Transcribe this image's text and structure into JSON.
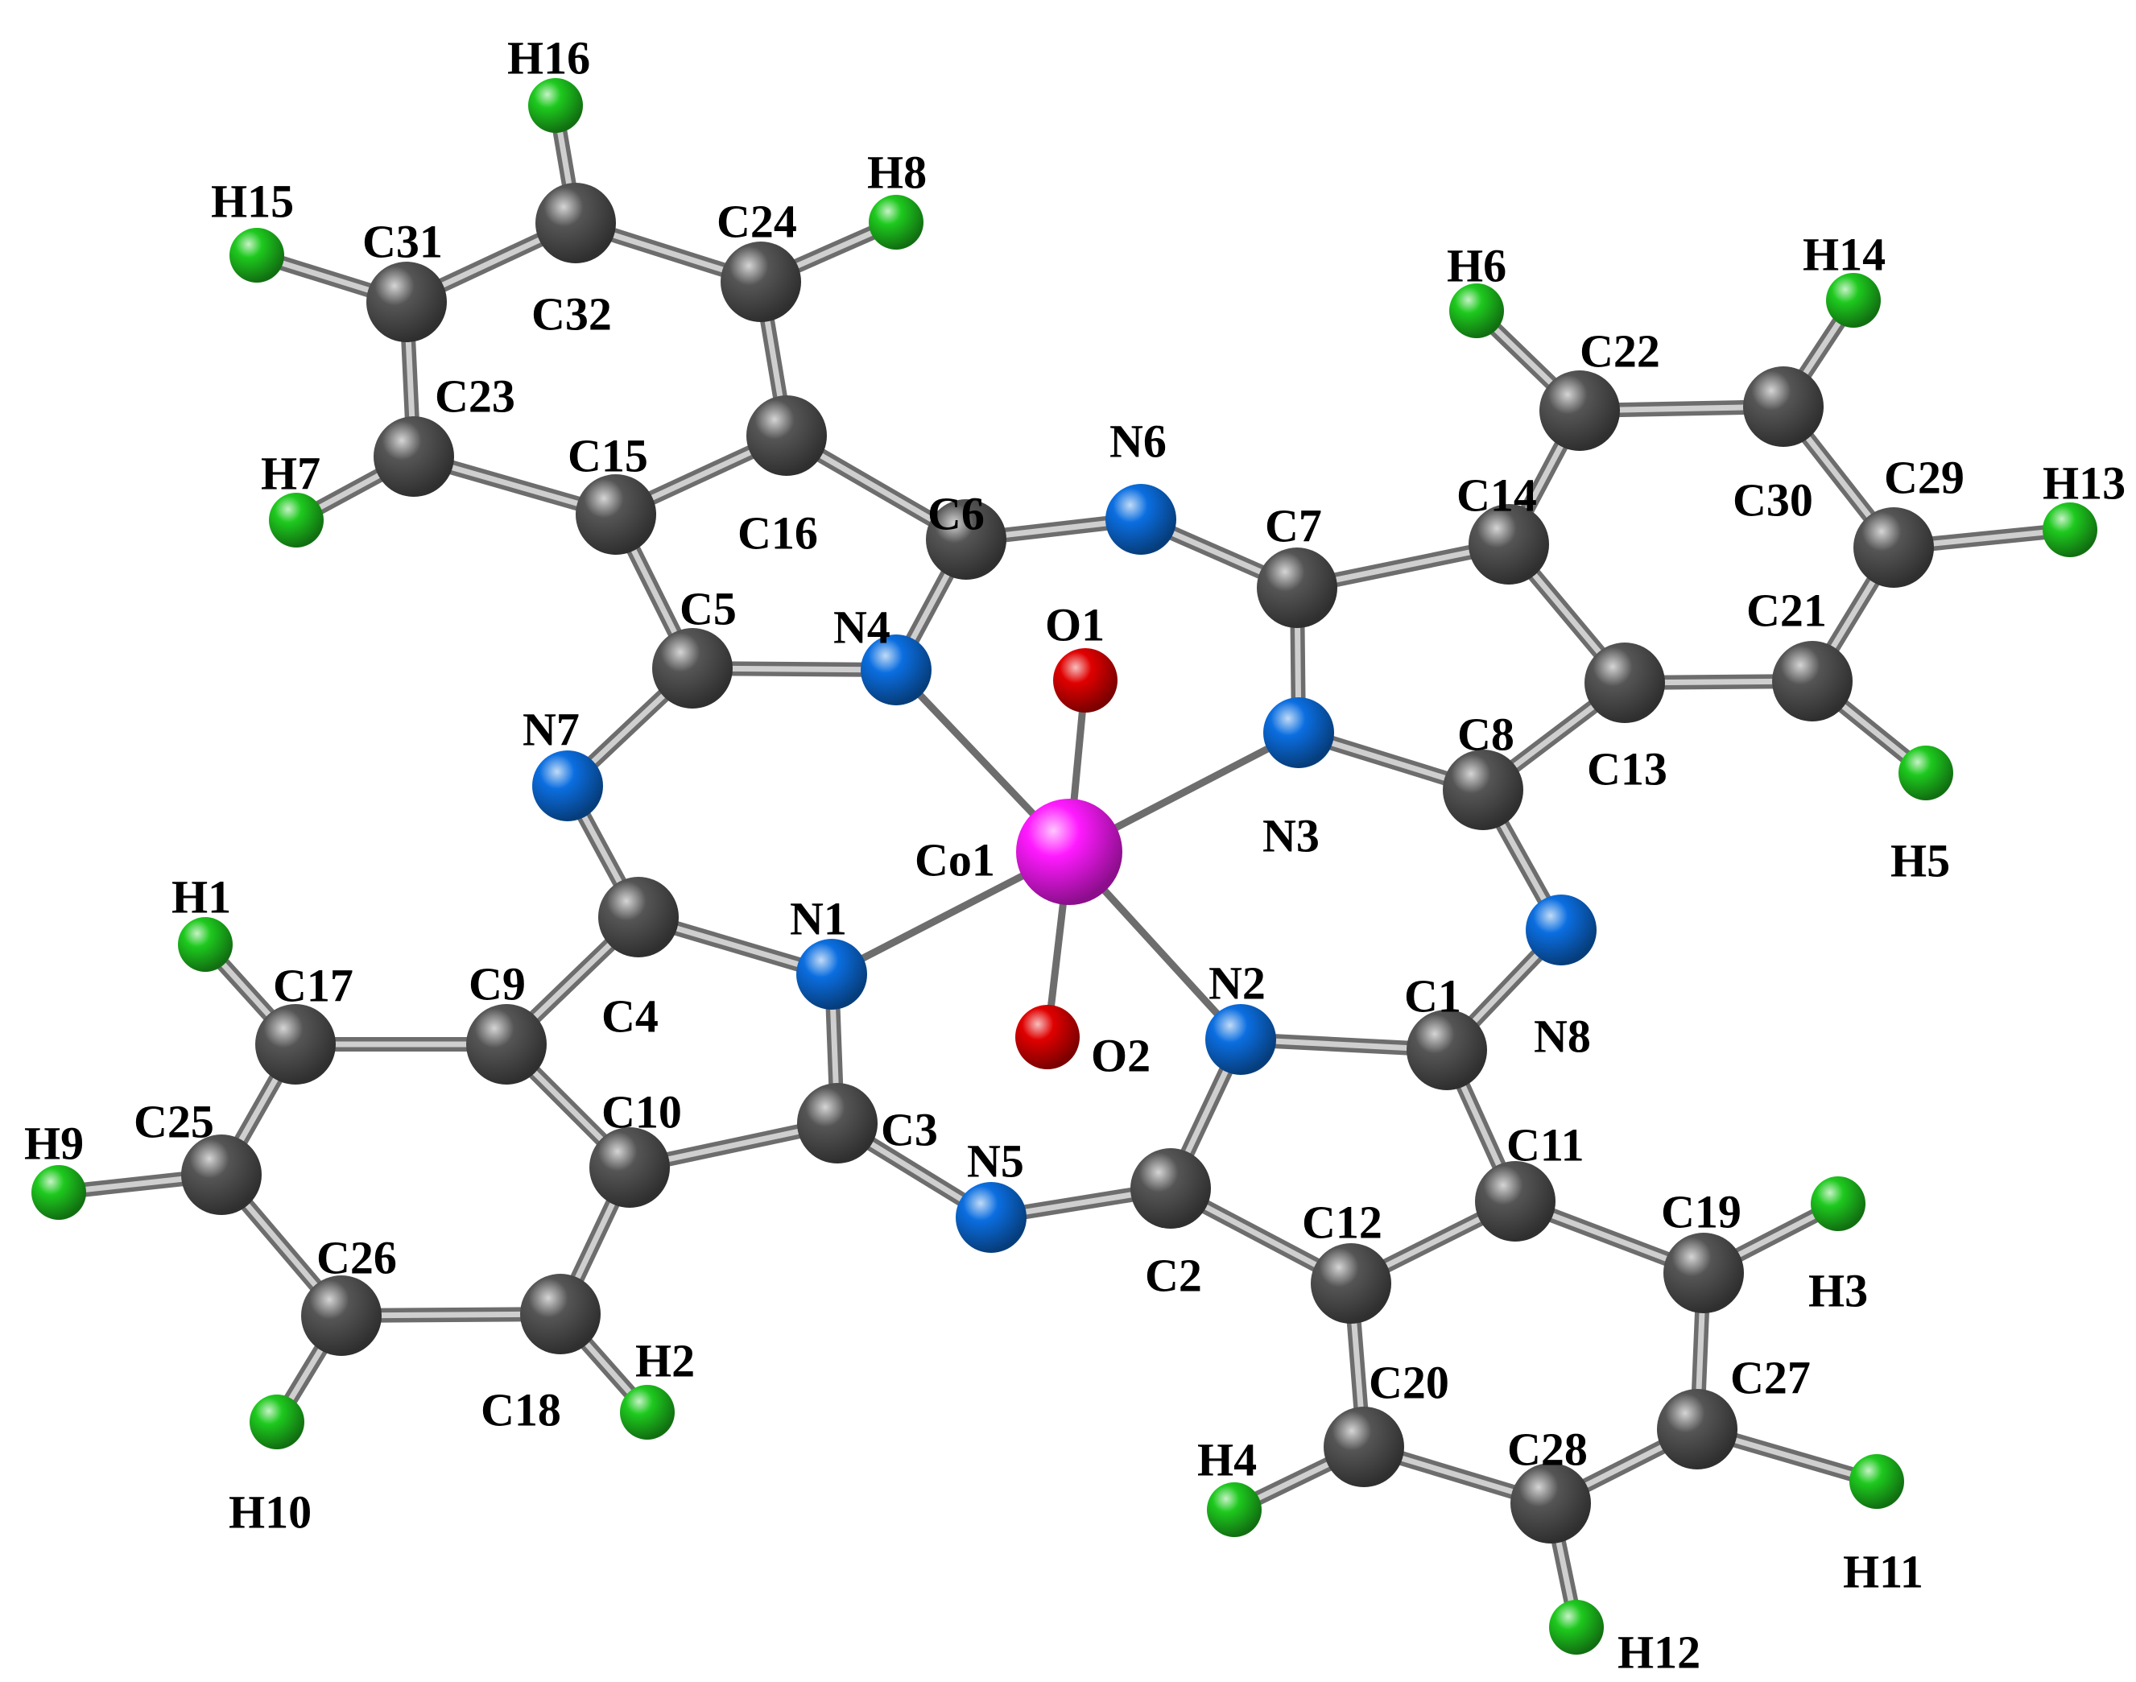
{
  "colors": {
    "background": "#ffffff",
    "bond": "#a8a8a8",
    "label": "#000000",
    "Co": "#ff1aff",
    "O": "#e00000",
    "N": "#0b6ee0",
    "C": "#555555",
    "H": "#1ec91e"
  },
  "atoms": [
    {
      "id": "Co1",
      "element": "Co",
      "label": "Co1"
    },
    {
      "id": "O1",
      "element": "O",
      "label": "O1"
    },
    {
      "id": "O2",
      "element": "O",
      "label": "O2"
    },
    {
      "id": "N1",
      "element": "N",
      "label": "N1"
    },
    {
      "id": "N2",
      "element": "N",
      "label": "N2"
    },
    {
      "id": "N3",
      "element": "N",
      "label": "N3"
    },
    {
      "id": "N4",
      "element": "N",
      "label": "N4"
    },
    {
      "id": "N5",
      "element": "N",
      "label": "N5"
    },
    {
      "id": "N6",
      "element": "N",
      "label": "N6"
    },
    {
      "id": "N7",
      "element": "N",
      "label": "N7"
    },
    {
      "id": "N8",
      "element": "N",
      "label": "N8"
    },
    {
      "id": "C1",
      "element": "C",
      "label": "C1"
    },
    {
      "id": "C2",
      "element": "C",
      "label": "C2"
    },
    {
      "id": "C3",
      "element": "C",
      "label": "C3"
    },
    {
      "id": "C4",
      "element": "C",
      "label": "C4"
    },
    {
      "id": "C5",
      "element": "C",
      "label": "C5"
    },
    {
      "id": "C6",
      "element": "C",
      "label": "C6"
    },
    {
      "id": "C7",
      "element": "C",
      "label": "C7"
    },
    {
      "id": "C8",
      "element": "C",
      "label": "C8"
    },
    {
      "id": "C9",
      "element": "C",
      "label": "C9"
    },
    {
      "id": "C10",
      "element": "C",
      "label": "C10"
    },
    {
      "id": "C11",
      "element": "C",
      "label": "C11"
    },
    {
      "id": "C12",
      "element": "C",
      "label": "C12"
    },
    {
      "id": "C13",
      "element": "C",
      "label": "C13"
    },
    {
      "id": "C14",
      "element": "C",
      "label": "C14"
    },
    {
      "id": "C15",
      "element": "C",
      "label": "C15"
    },
    {
      "id": "C16",
      "element": "C",
      "label": "C16"
    },
    {
      "id": "C17",
      "element": "C",
      "label": "C17"
    },
    {
      "id": "C18",
      "element": "C",
      "label": "C18"
    },
    {
      "id": "C19",
      "element": "C",
      "label": "C19"
    },
    {
      "id": "C20",
      "element": "C",
      "label": "C20"
    },
    {
      "id": "C21",
      "element": "C",
      "label": "C21"
    },
    {
      "id": "C22",
      "element": "C",
      "label": "C22"
    },
    {
      "id": "C23",
      "element": "C",
      "label": "C23"
    },
    {
      "id": "C24",
      "element": "C",
      "label": "C24"
    },
    {
      "id": "C25",
      "element": "C",
      "label": "C25"
    },
    {
      "id": "C26",
      "element": "C",
      "label": "C26"
    },
    {
      "id": "C27",
      "element": "C",
      "label": "C27"
    },
    {
      "id": "C28",
      "element": "C",
      "label": "C28"
    },
    {
      "id": "C29",
      "element": "C",
      "label": "C29"
    },
    {
      "id": "C30",
      "element": "C",
      "label": "C30"
    },
    {
      "id": "C31",
      "element": "C",
      "label": "C31"
    },
    {
      "id": "C32",
      "element": "C",
      "label": "C32"
    },
    {
      "id": "H1",
      "element": "H",
      "label": "H1"
    },
    {
      "id": "H2",
      "element": "H",
      "label": "H2"
    },
    {
      "id": "H3",
      "element": "H",
      "label": "H3"
    },
    {
      "id": "H4",
      "element": "H",
      "label": "H4"
    },
    {
      "id": "H5",
      "element": "H",
      "label": "H5"
    },
    {
      "id": "H6",
      "element": "H",
      "label": "H6"
    },
    {
      "id": "H7",
      "element": "H",
      "label": "H7"
    },
    {
      "id": "H8",
      "element": "H",
      "label": "H8"
    },
    {
      "id": "H9",
      "element": "H",
      "label": "H9"
    },
    {
      "id": "H10",
      "element": "H",
      "label": "H10"
    },
    {
      "id": "H11",
      "element": "H",
      "label": "H11"
    },
    {
      "id": "H12",
      "element": "H",
      "label": "H12"
    },
    {
      "id": "H13",
      "element": "H",
      "label": "H13"
    },
    {
      "id": "H14",
      "element": "H",
      "label": "H14"
    },
    {
      "id": "H15",
      "element": "H",
      "label": "H15"
    },
    {
      "id": "H16",
      "element": "H",
      "label": "H16"
    }
  ],
  "bonds": [
    [
      "Co1",
      "O1"
    ],
    [
      "Co1",
      "O2"
    ],
    [
      "Co1",
      "N1"
    ],
    [
      "Co1",
      "N2"
    ],
    [
      "Co1",
      "N3"
    ],
    [
      "Co1",
      "N4"
    ],
    [
      "N4",
      "C5"
    ],
    [
      "N4",
      "C6"
    ],
    [
      "C5",
      "N7"
    ],
    [
      "C5",
      "C15"
    ],
    [
      "C6",
      "N6"
    ],
    [
      "C6",
      "C16"
    ],
    [
      "C15",
      "C16"
    ],
    [
      "C15",
      "C23"
    ],
    [
      "C23",
      "C31"
    ],
    [
      "C23",
      "H7"
    ],
    [
      "C31",
      "C32"
    ],
    [
      "C31",
      "H15"
    ],
    [
      "C32",
      "C24"
    ],
    [
      "C32",
      "H16"
    ],
    [
      "C24",
      "C16"
    ],
    [
      "C24",
      "H8"
    ],
    [
      "N6",
      "C7"
    ],
    [
      "C7",
      "N3"
    ],
    [
      "C7",
      "C14"
    ],
    [
      "N3",
      "C8"
    ],
    [
      "C8",
      "C13"
    ],
    [
      "C8",
      "N8"
    ],
    [
      "C13",
      "C14"
    ],
    [
      "C14",
      "C22"
    ],
    [
      "C22",
      "C30"
    ],
    [
      "C22",
      "H6"
    ],
    [
      "C30",
      "C29"
    ],
    [
      "C30",
      "H14"
    ],
    [
      "C29",
      "C21"
    ],
    [
      "C29",
      "H13"
    ],
    [
      "C21",
      "C13"
    ],
    [
      "C21",
      "H5"
    ],
    [
      "N8",
      "C1"
    ],
    [
      "C1",
      "N2"
    ],
    [
      "C1",
      "C11"
    ],
    [
      "N2",
      "C2"
    ],
    [
      "C2",
      "N5"
    ],
    [
      "C2",
      "C12"
    ],
    [
      "C11",
      "C12"
    ],
    [
      "C11",
      "C19"
    ],
    [
      "C19",
      "C27"
    ],
    [
      "C19",
      "H3"
    ],
    [
      "C27",
      "C28"
    ],
    [
      "C27",
      "H11"
    ],
    [
      "C28",
      "C20"
    ],
    [
      "C28",
      "H12"
    ],
    [
      "C20",
      "C12"
    ],
    [
      "C20",
      "H4"
    ],
    [
      "N5",
      "C3"
    ],
    [
      "C3",
      "N1"
    ],
    [
      "C3",
      "C10"
    ],
    [
      "N1",
      "C4"
    ],
    [
      "C4",
      "N7"
    ],
    [
      "C4",
      "C9"
    ],
    [
      "C9",
      "C10"
    ],
    [
      "C9",
      "C17"
    ],
    [
      "C17",
      "C25"
    ],
    [
      "C17",
      "H1"
    ],
    [
      "C25",
      "C26"
    ],
    [
      "C25",
      "H9"
    ],
    [
      "C26",
      "C18"
    ],
    [
      "C26",
      "H10"
    ],
    [
      "C18",
      "C10"
    ],
    [
      "C18",
      "H2"
    ]
  ]
}
